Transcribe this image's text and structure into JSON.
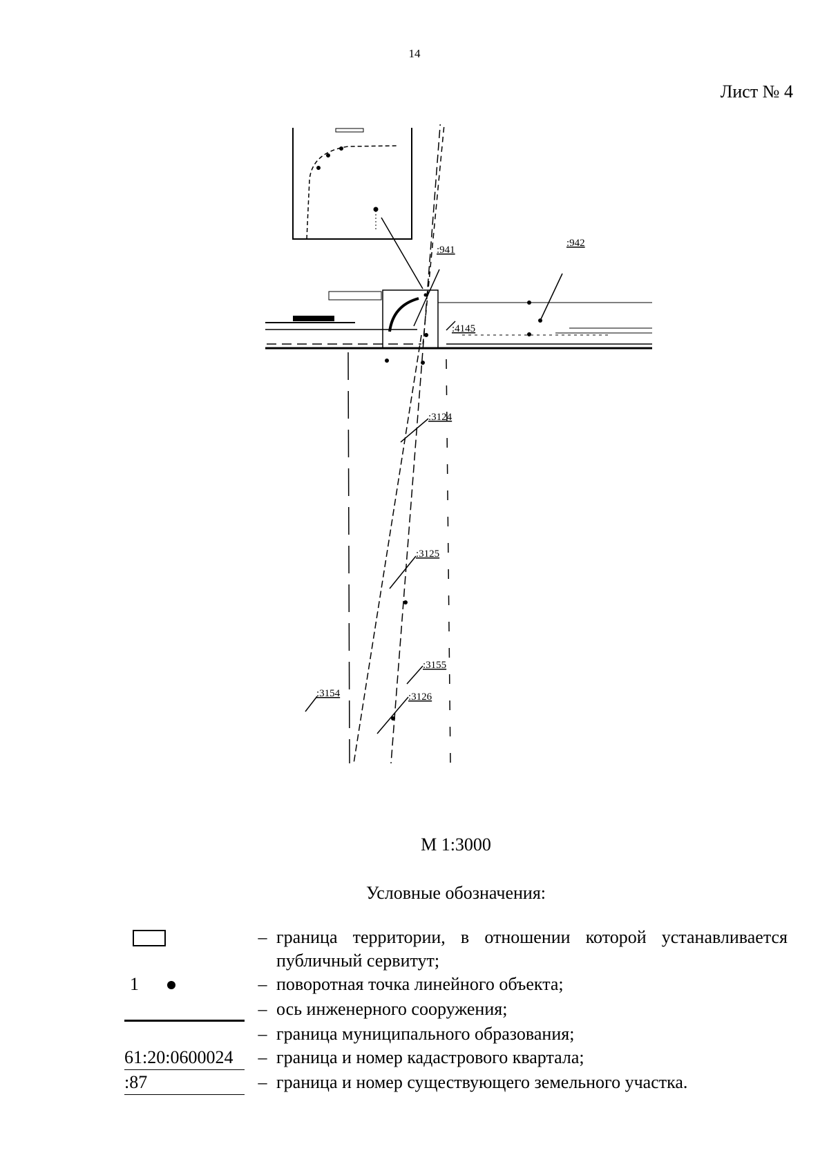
{
  "page_number": "14",
  "sheet_label": "Лист № 4",
  "map": {
    "labels": {
      "p941": ":941",
      "p942": ":942",
      "p4145": ":4145",
      "p3124": ":3124",
      "p3125": ":3125",
      "p3155": ":3155",
      "p3154": ":3154",
      "p3126": ":3126"
    }
  },
  "scale_text": "М 1:3000",
  "legend": {
    "title": "Условные обозначения:",
    "dash": "–",
    "items": [
      {
        "symbol": "rectangle",
        "text": "граница территории, в отношении которой устанавливается публичный сервитут;"
      },
      {
        "symbol": "point",
        "symbol_text": "1",
        "text": "поворотная точка линейного объекта;"
      },
      {
        "symbol": "none",
        "text": "ось инженерного сооружения;"
      },
      {
        "symbol": "thick-line",
        "text": "граница муниципального образования;"
      },
      {
        "symbol": "cadastral-quarter",
        "symbol_text": "61:20:0600024",
        "text": "граница и номер кадастрового квартала;"
      },
      {
        "symbol": "land-plot",
        "symbol_text": ":87",
        "text": "граница и номер существующего земельного участка."
      }
    ]
  }
}
